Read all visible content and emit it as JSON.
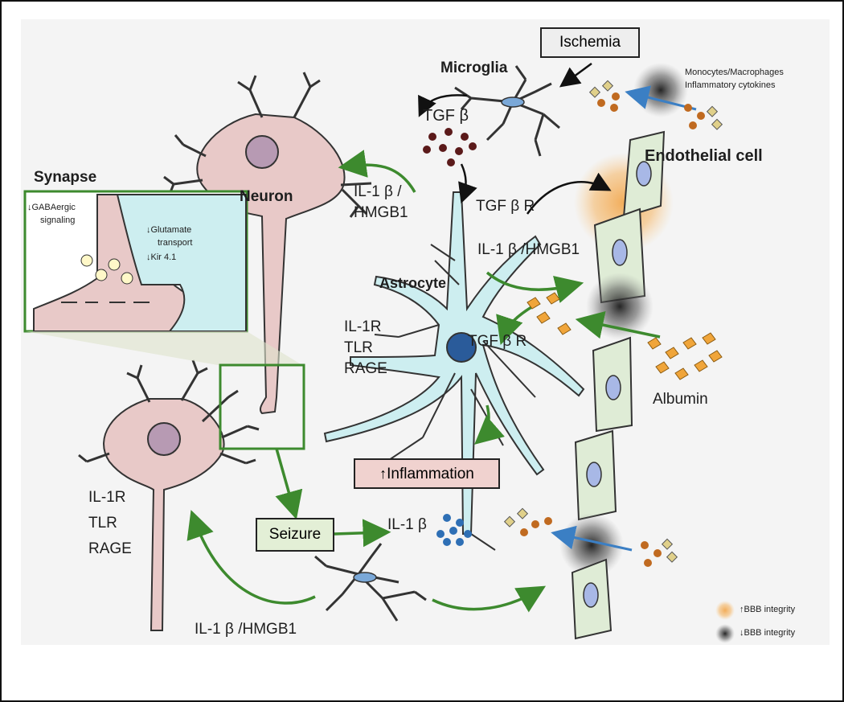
{
  "labels": {
    "ischemia": "Ischemia",
    "microglia": "Microglia",
    "monocytes_line1": "Monocytes/Macrophages",
    "monocytes_line2": "Inflammatory cytokines",
    "tgf_b": "TGF β",
    "endothelial": "Endothelial cell",
    "synapse": "Synapse",
    "gaba_line1": "↓GABAergic",
    "gaba_line2": "signaling",
    "glut_line1": "↓Glutamate",
    "glut_line2": "transport",
    "glut_line3": "↓Kir 4.1",
    "neuron": "Neuron",
    "il1b_hmgb1_line1": "IL-1 β /",
    "il1b_hmgb1_line2": "HMGB1",
    "tgfbr_top": "TGF β R",
    "il1b_hmgb1_mid": "IL-1 β /HMGB1",
    "astrocyte": "Astrocyte",
    "il1r_1": "IL-1R",
    "tlr_1": "TLR",
    "rage_1": "RAGE",
    "tgfbr_mid": "TGF β R",
    "albumin": "Albumin",
    "inflammation": "Inflammation",
    "seizure": "Seizure",
    "il1b_bottom": "IL-1 β",
    "il1r_2": "IL-1R",
    "tlr_2": "TLR",
    "rage_2": "RAGE",
    "il1b_hmgb1_bottom": "IL-1 β /HMGB1",
    "legend_up": "↑BBB integrity",
    "legend_down": "↓BBB integrity"
  },
  "colors": {
    "neuron_fill": "#e8c9c8",
    "neuron_nucleus": "#b79ab3",
    "astrocyte_fill": "#cdeef0",
    "astrocyte_nucleus": "#2a5b9a",
    "endothelial_fill": "#dfecd6",
    "endothelial_nucleus": "#a8b8e6",
    "green_arrow": "#3d8a2e",
    "blue_arrow": "#3b7fc4",
    "tgf_dots": "#5b1a1a",
    "il1b_dots": "#2e6fb5",
    "albumin": "#f0a53a",
    "bbb_up_glow": "#f2a952",
    "bbb_down_glow": "#3a3a3a",
    "inflammation_box": "#f0d2cf",
    "seizure_box": "#e3efd6",
    "ischemia_box": "#eeeeee"
  },
  "icons": [
    "up-arrow-icon",
    "down-arrow-icon"
  ]
}
